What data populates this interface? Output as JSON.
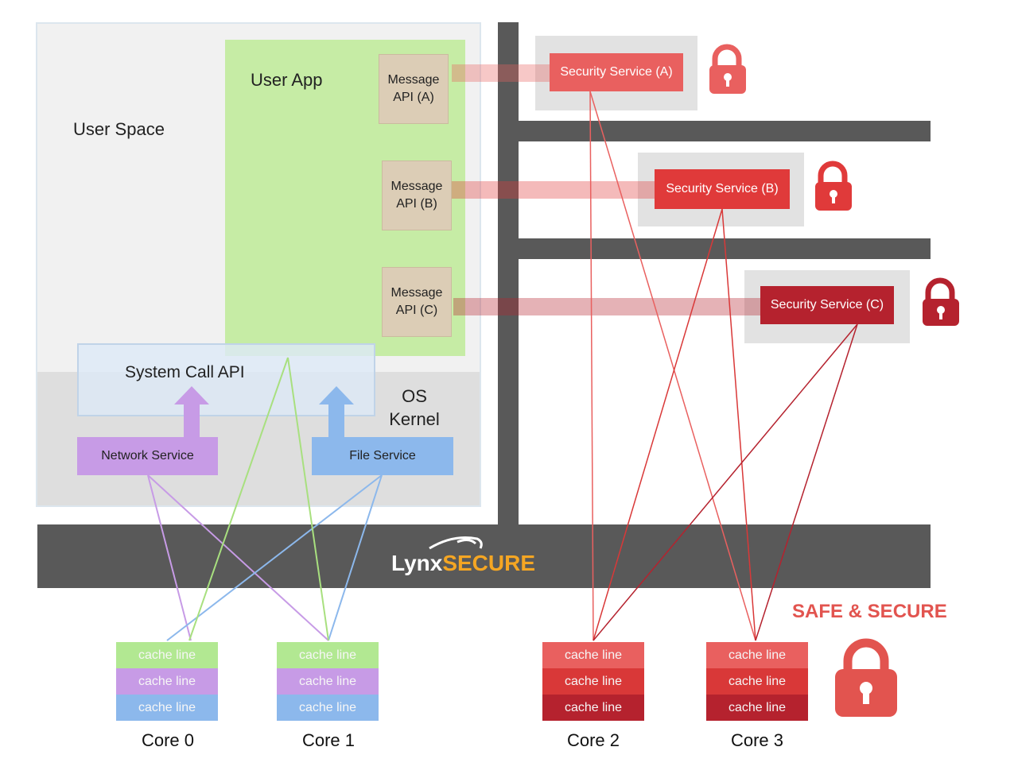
{
  "labels": {
    "user_space": "User Space",
    "user_app": "User App",
    "syscall": "System Call API",
    "os_kernel": "OS\nKernel",
    "network_service": "Network Service",
    "file_service": "File Service",
    "logo_lynx": "Lynx",
    "logo_secure": "SECURE",
    "safe_secure": "SAFE & SECURE"
  },
  "message_apis": [
    "Message\nAPI (A)",
    "Message\nAPI (B)",
    "Message\nAPI (C)"
  ],
  "security_services": [
    "Security Service (A)",
    "Security Service (B)",
    "Security Service (C)"
  ],
  "cores": [
    {
      "label": "Core 0",
      "cache": [
        "cache line",
        "cache line",
        "cache line"
      ]
    },
    {
      "label": "Core 1",
      "cache": [
        "cache line",
        "cache line",
        "cache line"
      ]
    },
    {
      "label": "Core 2",
      "cache": [
        "cache line",
        "cache line",
        "cache line"
      ]
    },
    {
      "label": "Core 3",
      "cache": [
        "cache line",
        "cache line",
        "cache line"
      ]
    }
  ],
  "icons": [
    "lock-icon",
    "up-arrow-icon",
    "lynx-logo-icon"
  ],
  "colors": {
    "user_app": "#c6eca5",
    "network": "#c79be6",
    "file": "#8cb8ec",
    "sec_a": "#e9605f",
    "sec_b": "#e03a3a",
    "sec_c": "#b5222e",
    "kernel_bar": "#595959",
    "accent": "#e2544f"
  }
}
